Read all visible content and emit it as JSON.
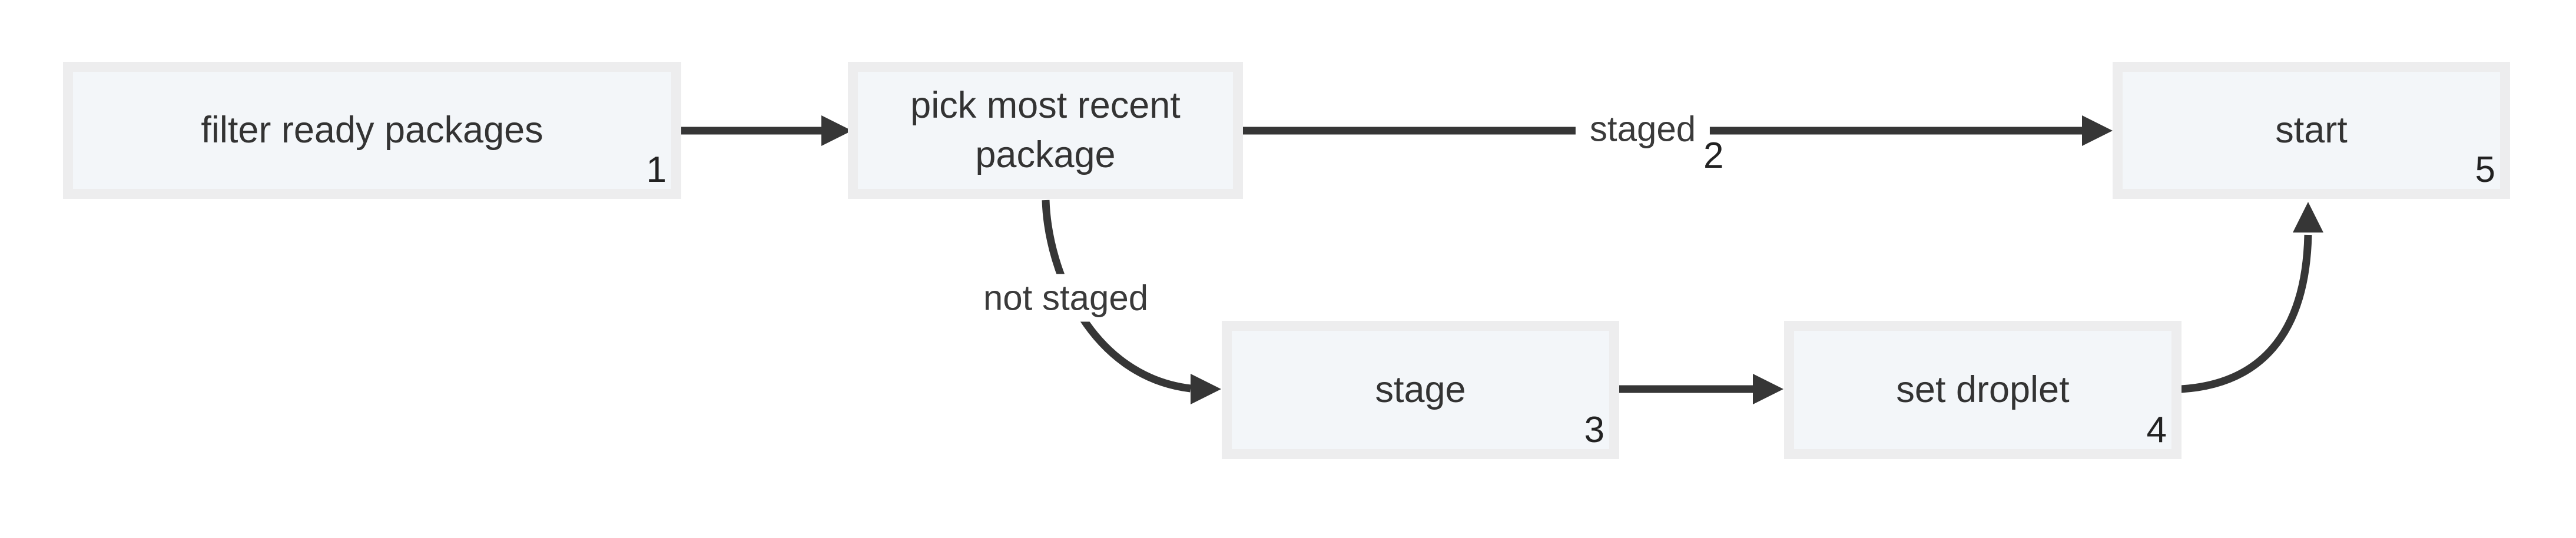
{
  "diagram": {
    "type": "flowchart",
    "background_color": "#ffffff",
    "node_fill_color": "#f3f6f9",
    "node_border_color": "#ededee",
    "edge_color": "#363636",
    "text_color": "#333333",
    "nodes": [
      {
        "label": "filter ready packages",
        "number": "1"
      },
      {
        "label": "pick most recent package",
        "number": ""
      },
      {
        "label": "stage",
        "number": "3"
      },
      {
        "label": "set droplet",
        "number": "4"
      },
      {
        "label": "start",
        "number": "5"
      }
    ],
    "edges": [
      {
        "from": "filter ready packages",
        "to": "pick most recent package",
        "label": "",
        "number": ""
      },
      {
        "from": "pick most recent package",
        "to": "start",
        "label": "staged",
        "number": "2"
      },
      {
        "from": "pick most recent package",
        "to": "stage",
        "label": "not staged",
        "number": ""
      },
      {
        "from": "stage",
        "to": "set droplet",
        "label": "",
        "number": ""
      },
      {
        "from": "set droplet",
        "to": "start",
        "label": "",
        "number": ""
      }
    ]
  }
}
